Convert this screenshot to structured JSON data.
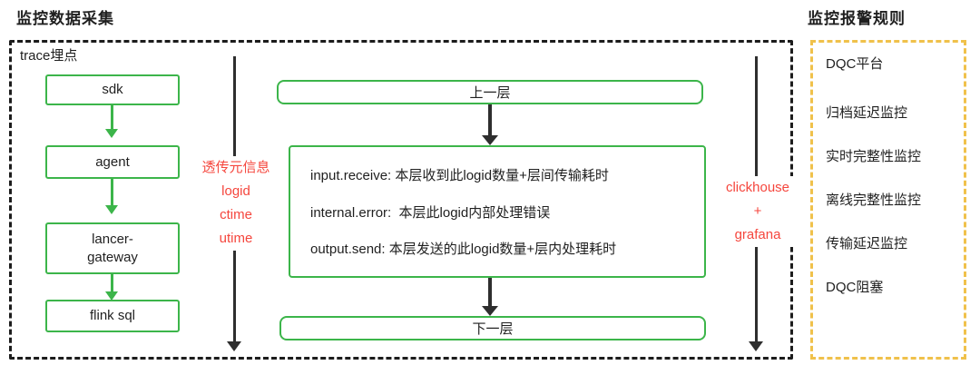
{
  "header": {
    "left_title": "监控数据采集",
    "right_title": "监控报警规则"
  },
  "trace_panel": {
    "label": "trace埋点",
    "pipeline_nodes": [
      {
        "label": "sdk"
      },
      {
        "label": "agent"
      },
      {
        "label": "lancer-\ngateway"
      },
      {
        "label": "flink sql"
      }
    ],
    "left_annotation": "透传元信息\nlogid\nctime\nutime",
    "right_annotation": "clickhouse\n+\ngrafana",
    "flow": {
      "top_box": "上一层",
      "metrics": [
        "input.receive: 本层收到此logid数量+层间传输耗时",
        "internal.error:  本层此logid内部处理错误",
        "output.send: 本层发送的此logid数量+层内处理耗时"
      ],
      "bottom_box": "下一层"
    }
  },
  "alarm_panel": {
    "items": [
      "DQC平台",
      "归档延迟监控",
      "实时完整性监控",
      "离线完整性监控",
      "传输延迟监控",
      "DQC阻塞"
    ]
  },
  "colors": {
    "green": "#3cb54a",
    "red": "#f5463d",
    "yellow": "#f0c14b",
    "dark": "#1c1c1c"
  }
}
